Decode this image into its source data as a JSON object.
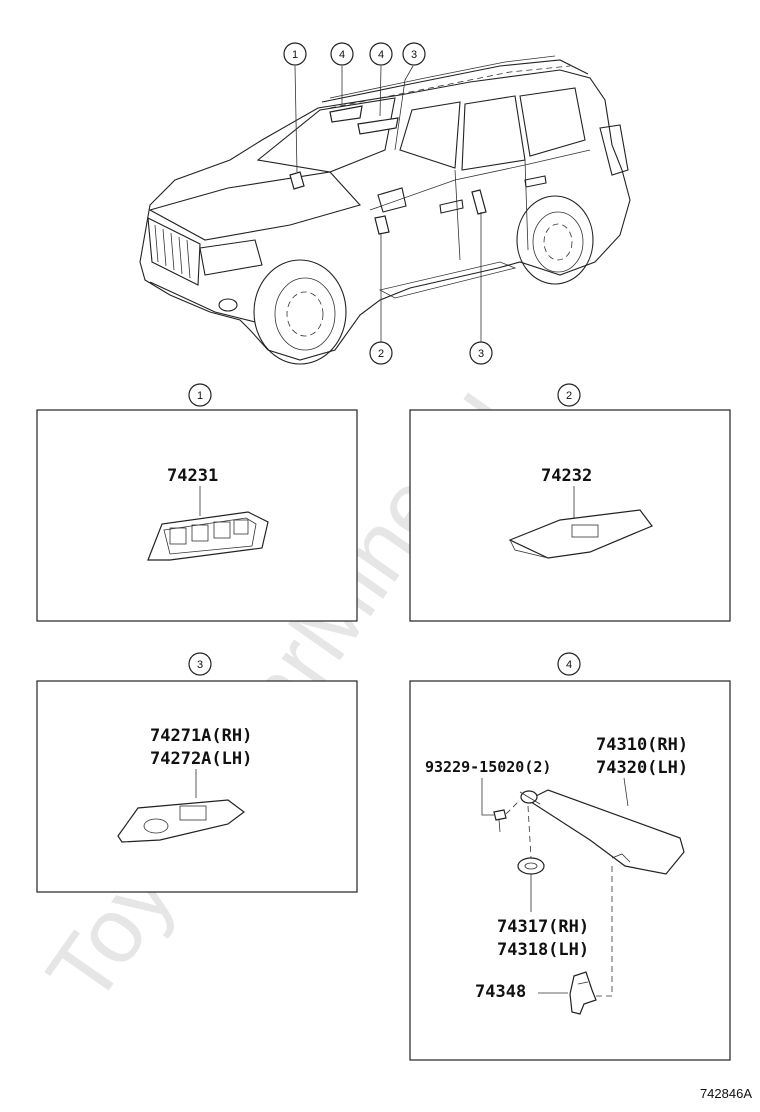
{
  "watermark": "ToyotaCarMine.ru",
  "diagram_id": "742846A",
  "vehicle_callouts": {
    "a": "1",
    "b": "4",
    "c": "4",
    "d": "3",
    "e": "2",
    "f": "3"
  },
  "panels": [
    {
      "index": "1",
      "parts": [
        "74231"
      ]
    },
    {
      "index": "2",
      "parts": [
        "74232"
      ]
    },
    {
      "index": "3",
      "parts": [
        "74271A(RH)",
        "74272A(LH)"
      ]
    },
    {
      "index": "4",
      "parts": [
        "93229-15020(2)",
        "74310(RH)",
        "74320(LH)",
        "74317(RH)",
        "74318(LH)",
        "74348"
      ]
    }
  ]
}
